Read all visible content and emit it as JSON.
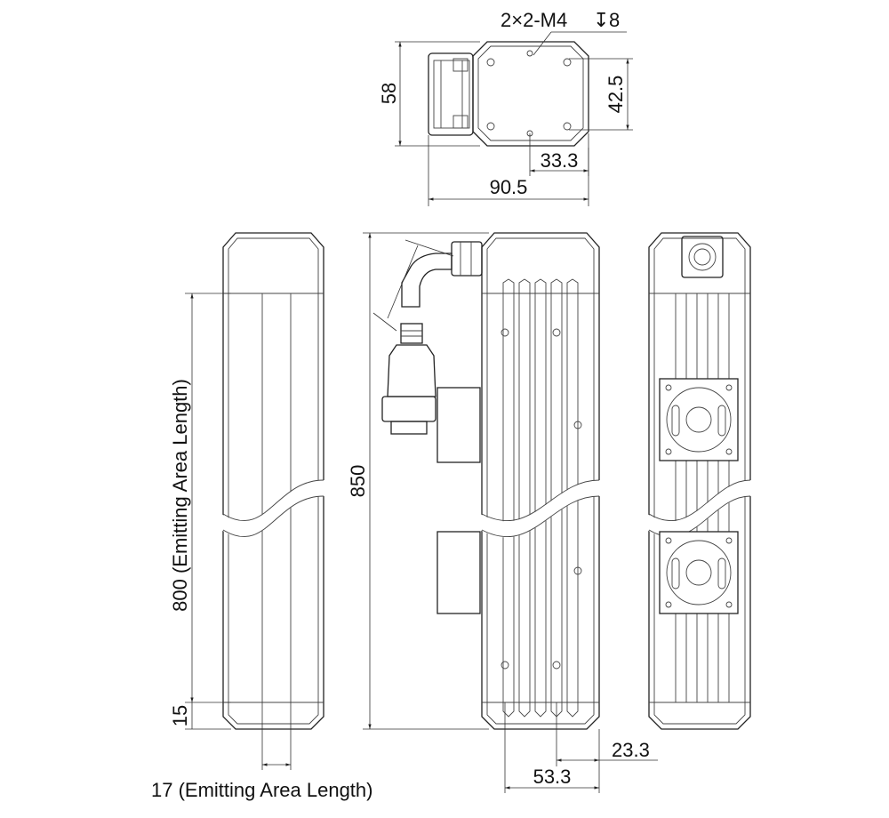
{
  "dimensions": {
    "top_hole": "2×2-M4",
    "top_depth_symbol": "↧",
    "top_depth": "8",
    "top_height": "58",
    "top_hole_height": "42.5",
    "top_hole_spacing": "33.3",
    "top_width": "90.5",
    "total_length": "850",
    "emitting_length": "800 (Emitting Area Length)",
    "end_margin": "15",
    "emitting_width": "17 (Emitting Area Length)",
    "bottom_a": "23.3",
    "bottom_b": "53.3"
  }
}
